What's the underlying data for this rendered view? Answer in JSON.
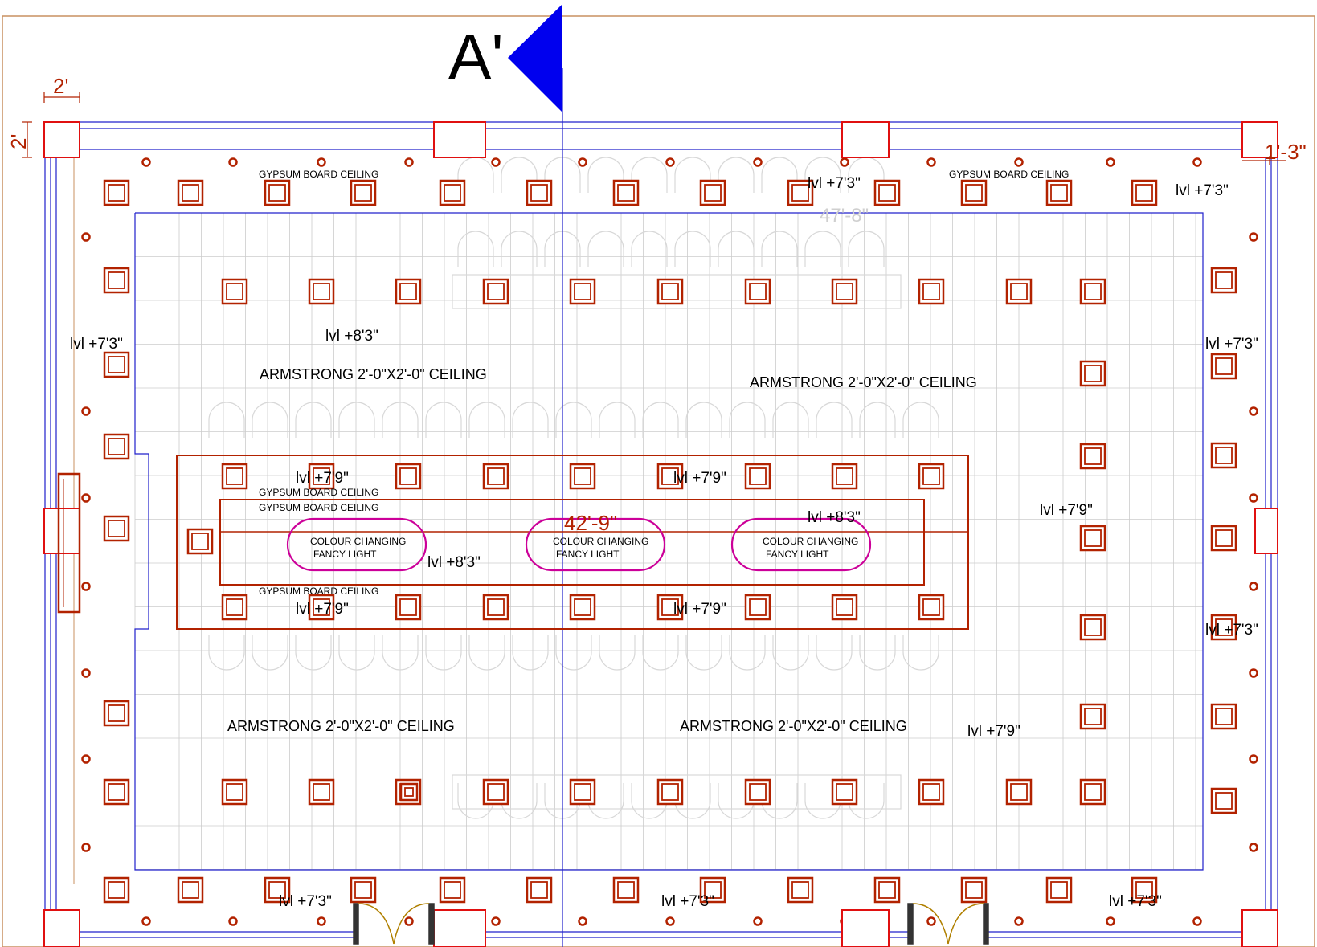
{
  "section_marker": {
    "label": "A'",
    "color": "#0000ee"
  },
  "dimensions": {
    "column_width": "2'",
    "column_depth": "2'",
    "corner_offset": "1'-3\"",
    "overall_length": "47'-8\"",
    "raft_length": "42'-9\""
  },
  "ceiling_labels": {
    "gypsum": "GYPSUM BOARD CEILING",
    "armstrong": "ARMSTRONG 2'-0\"X2'-0\" CEILING"
  },
  "levels": {
    "l73": "lvl +7'3\"",
    "l79": "lvl +7'9\"",
    "l83": "lvl +8'3\""
  },
  "light_label": {
    "line1": "COLOUR CHANGING",
    "line2": "FANCY LIGHT"
  },
  "colors": {
    "fixture": "#b22200",
    "column": "#e01010",
    "wall": "#2020cc",
    "grid": "#cccccc",
    "light": "#cc0099",
    "door": "#b08000",
    "furniture": "#d8d8d8"
  }
}
